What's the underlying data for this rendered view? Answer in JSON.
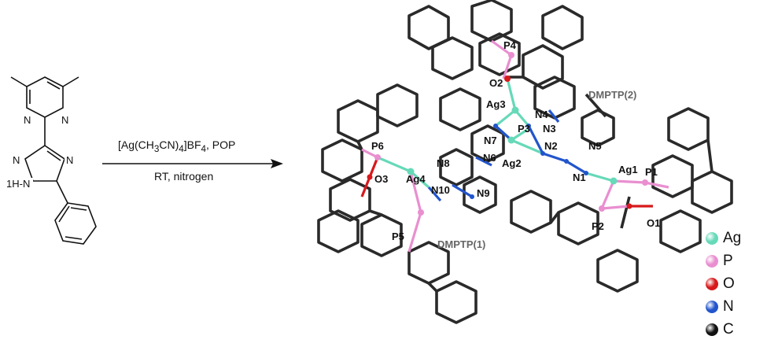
{
  "reaction": {
    "conditions_top_html": "[Ag(CH<sub>3</sub>CN)<sub>4</sub>]BF<sub>4</sub>, POP",
    "conditions_bottom": "RT, nitrogen"
  },
  "ligand_labels": {
    "n_left": "N",
    "n_right": "N",
    "n_triazole_right": "N",
    "n_triazole_top": "N",
    "nh": "1H-N"
  },
  "atom_labels": [
    {
      "id": "P4",
      "text": "P4"
    },
    {
      "id": "O2",
      "text": "O2"
    },
    {
      "id": "Ag3",
      "text": "Ag3"
    },
    {
      "id": "N4",
      "text": "N4"
    },
    {
      "id": "N3",
      "text": "N3"
    },
    {
      "id": "P3",
      "text": "P3"
    },
    {
      "id": "N7",
      "text": "N7"
    },
    {
      "id": "N2",
      "text": "N2"
    },
    {
      "id": "N5",
      "text": "N5"
    },
    {
      "id": "N6",
      "text": "N6"
    },
    {
      "id": "Ag2",
      "text": "Ag2"
    },
    {
      "id": "N8",
      "text": "N8"
    },
    {
      "id": "N1",
      "text": "N1"
    },
    {
      "id": "Ag1",
      "text": "Ag1"
    },
    {
      "id": "P1",
      "text": "P1"
    },
    {
      "id": "P6",
      "text": "P6"
    },
    {
      "id": "O3",
      "text": "O3"
    },
    {
      "id": "Ag4",
      "text": "Ag4"
    },
    {
      "id": "N10",
      "text": "N10"
    },
    {
      "id": "N9",
      "text": "N9"
    },
    {
      "id": "P2",
      "text": "P2"
    },
    {
      "id": "O1",
      "text": "O1"
    },
    {
      "id": "P5",
      "text": "P5"
    }
  ],
  "fragment_labels": {
    "dmptp2": "DMPTP(2)",
    "dmptp1": "DMPTP(1)"
  },
  "legend": [
    {
      "label": "Ag",
      "color": "#66d9b8"
    },
    {
      "label": "P",
      "color": "#e98fd0"
    },
    {
      "label": "O",
      "color": "#d7191c"
    },
    {
      "label": "N",
      "color": "#2255cc"
    },
    {
      "label": "C",
      "color": "#111111"
    }
  ]
}
